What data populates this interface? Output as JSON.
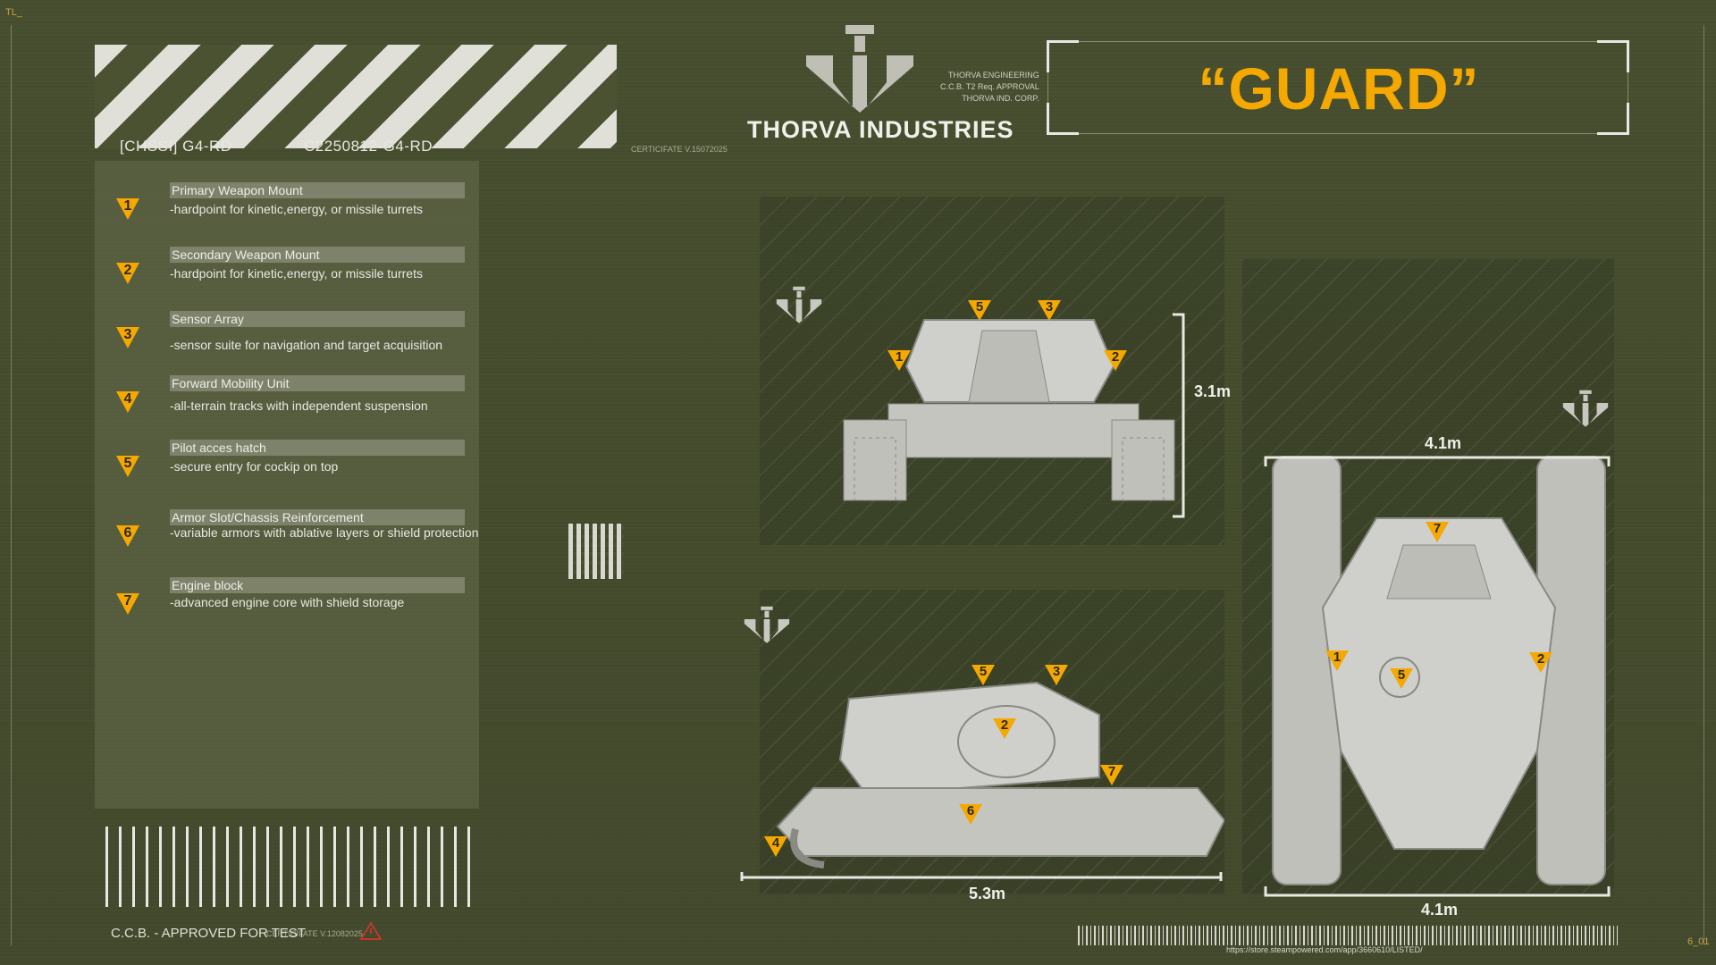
{
  "header": {
    "chassis_id": "[CHSSI] G4-RD",
    "serial": "C2250812-G4-RD",
    "brand": "THORVA INDUSTRIES",
    "engineering_lines": [
      "THORVA ENGINEERING",
      "C.C.B. T2 Req. APPROVAL",
      "THORVA IND. CORP."
    ],
    "certificate_top": "CERTICIFATE V.15072025",
    "title": "“GUARD”"
  },
  "components": [
    {
      "num": "1",
      "title": "Primary Weapon Mount",
      "desc": "-hardpoint for kinetic,energy, or missile turrets"
    },
    {
      "num": "2",
      "title": "Secondary Weapon Mount",
      "desc": "-hardpoint for kinetic,energy, or missile turrets"
    },
    {
      "num": "3",
      "title": "Sensor Array",
      "desc": "-sensor suite for navigation and target acquisition"
    },
    {
      "num": "4",
      "title": "Forward Mobility Unit",
      "desc": "-all-terrain tracks with independent suspension"
    },
    {
      "num": "5",
      "title": "Pilot acces hatch",
      "desc": "-secure entry for cockip on top"
    },
    {
      "num": "6",
      "title": "Armor Slot/Chassis Reinforcement",
      "desc": "-variable armors with ablative layers or shield protection"
    },
    {
      "num": "7",
      "title": "Engine block",
      "desc": "-advanced engine core with shield storage"
    }
  ],
  "footer": {
    "approved": "C.C.B. - APPROVED FOR TEST",
    "certificate_bottom": "CERTICIFATE V.12082025",
    "store_url": "https://store.steampowered.com/app/3660610/LISTED/"
  },
  "dimensions": {
    "front_height": "3.1m",
    "side_length": "5.3m",
    "top_width_top": "4.1m",
    "top_width_bottom": "4.1m"
  },
  "edge_labels": {
    "top_left": "TL_",
    "bottom_right": "6_01"
  },
  "colors": {
    "background": "#4a5231",
    "accent": "#f5a800",
    "line": "#e8e8e2"
  }
}
